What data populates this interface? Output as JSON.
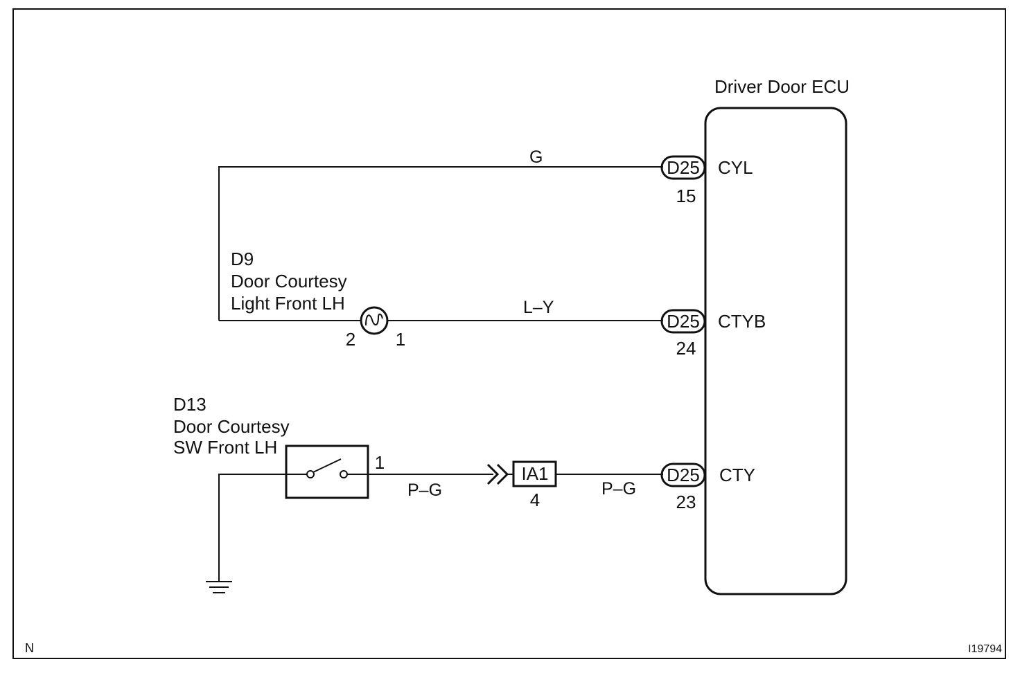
{
  "ecu": {
    "title": "Driver Door ECU",
    "terminals": [
      {
        "name": "CYL",
        "connector": "D25",
        "pin": "15"
      },
      {
        "name": "CTYB",
        "connector": "D25",
        "pin": "24"
      },
      {
        "name": "CTY",
        "connector": "D25",
        "pin": "23"
      }
    ]
  },
  "wires": {
    "cyl_color": "G",
    "ctyb_color": "L–Y",
    "cty_color_left": "P–G",
    "cty_color_right": "P–G"
  },
  "light": {
    "code": "D9",
    "name_line1": "Door Courtesy",
    "name_line2": "Light Front LH",
    "pin_left": "2",
    "pin_right": "1"
  },
  "switch": {
    "code": "D13",
    "name_line1": "Door Courtesy",
    "name_line2": "SW Front LH",
    "pin": "1"
  },
  "junction": {
    "connector": "IA1",
    "pin": "4"
  },
  "footer": {
    "corner_left": "N",
    "figure_id": "I19794"
  }
}
